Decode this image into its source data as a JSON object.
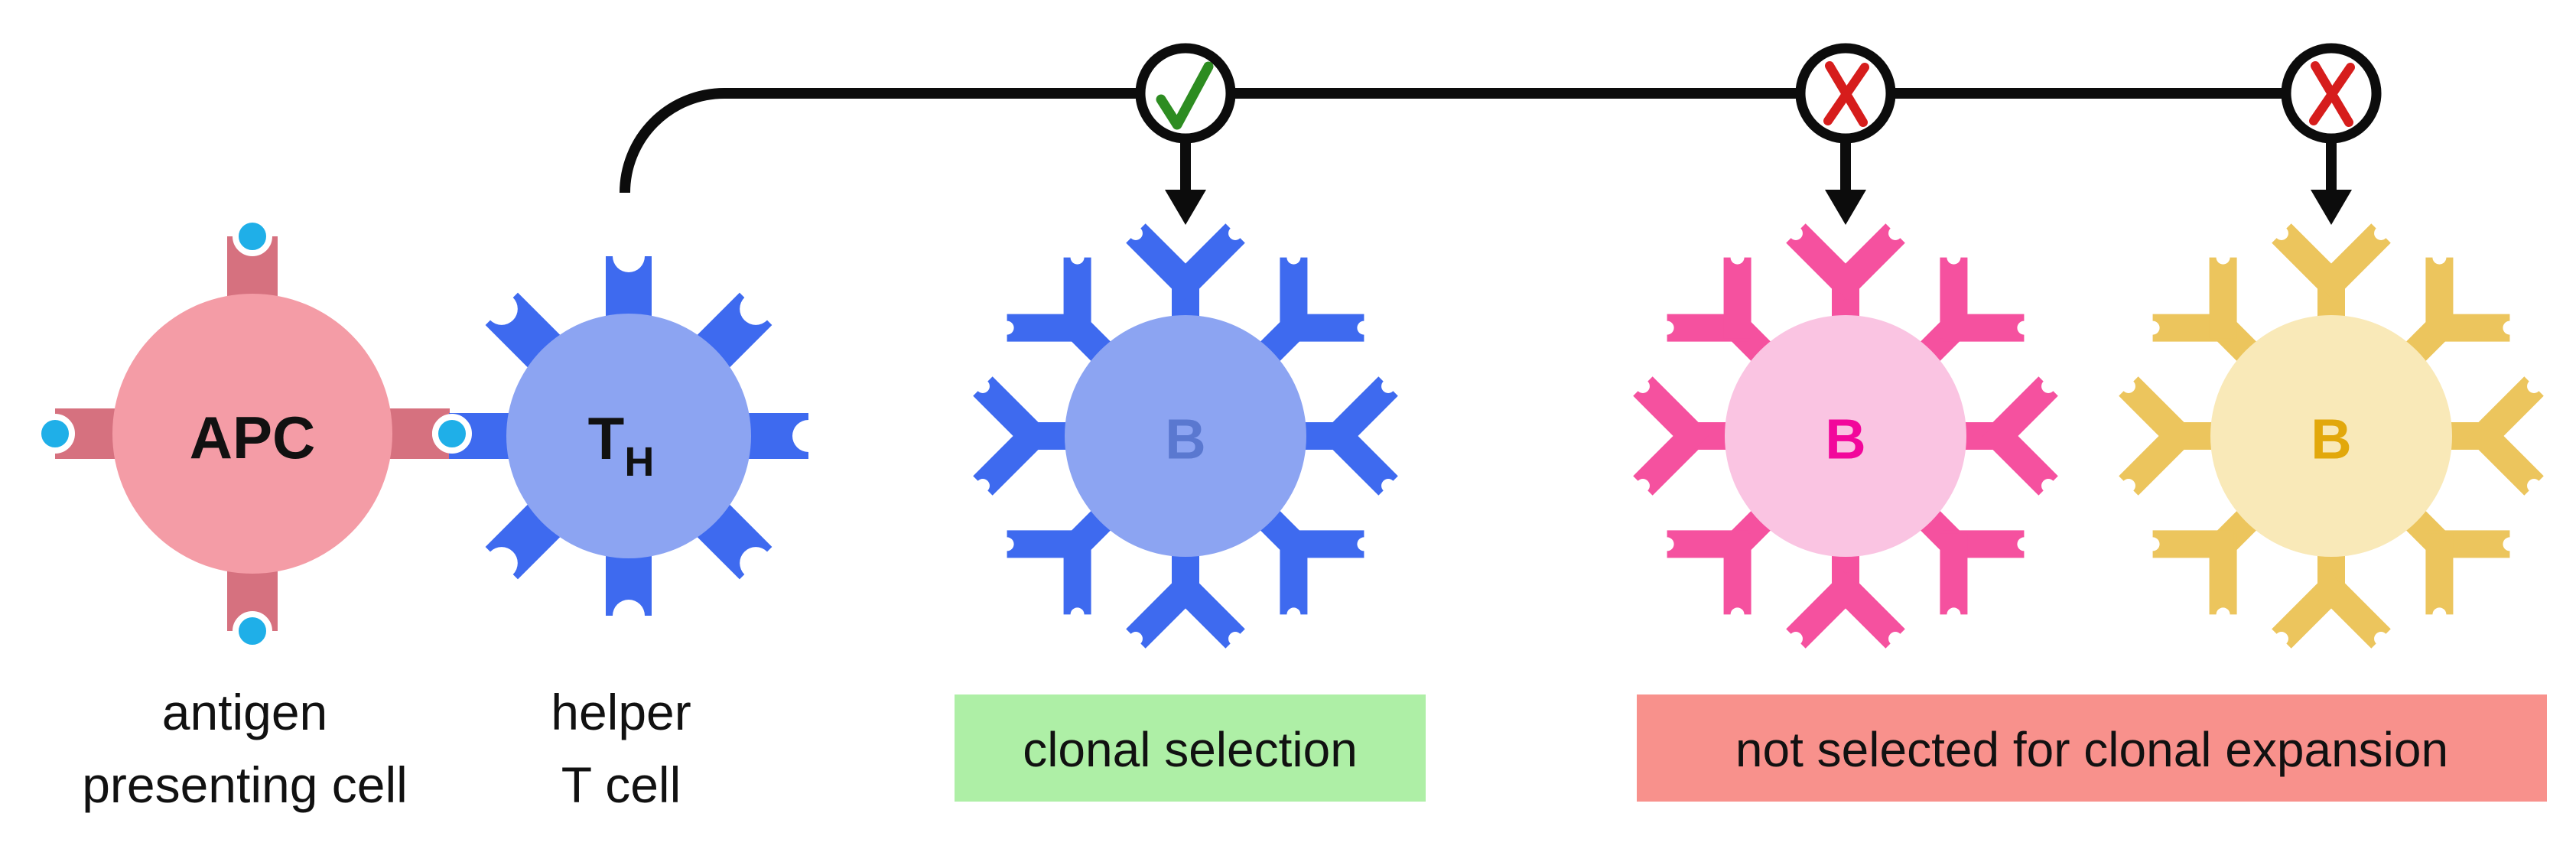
{
  "colors": {
    "line": "#0c0c0c",
    "check": "#2d8c21",
    "cross": "#d61d1c",
    "antigen": "#1fafe8",
    "apc_body": "#f49ca6",
    "apc_receptor": "#d6717f",
    "th_body": "#8ca4f2",
    "th_receptor": "#3e6aef",
    "b1_body": "#8ca4f2",
    "b1_receptor": "#3e6aef",
    "b1_label": "#5a78d0",
    "b2_body": "#fac4e2",
    "b2_receptor": "#f5519f",
    "b2_label": "#f2079b",
    "b3_body": "#f9e9b8",
    "b3_receptor": "#ecc55d",
    "b3_label": "#e2a80b",
    "selected_box_bg": "#aeefa6",
    "rejected_box_bg": "#f8918c",
    "text": "#111111"
  },
  "apc": {
    "label": "APC",
    "caption": [
      "antigen",
      "presenting cell"
    ]
  },
  "helper_t": {
    "label_main": "T",
    "label_sub": "H",
    "caption": [
      "helper",
      "T cell"
    ]
  },
  "b_cells": {
    "selected": {
      "label": "B"
    },
    "rejected1": {
      "label": "B"
    },
    "rejected2": {
      "label": "B"
    }
  },
  "outcomes": {
    "selected_box": "clonal selection",
    "rejected_box": "not selected for clonal expansion",
    "check_icon": "check-mark",
    "cross_icon": "x-mark"
  }
}
